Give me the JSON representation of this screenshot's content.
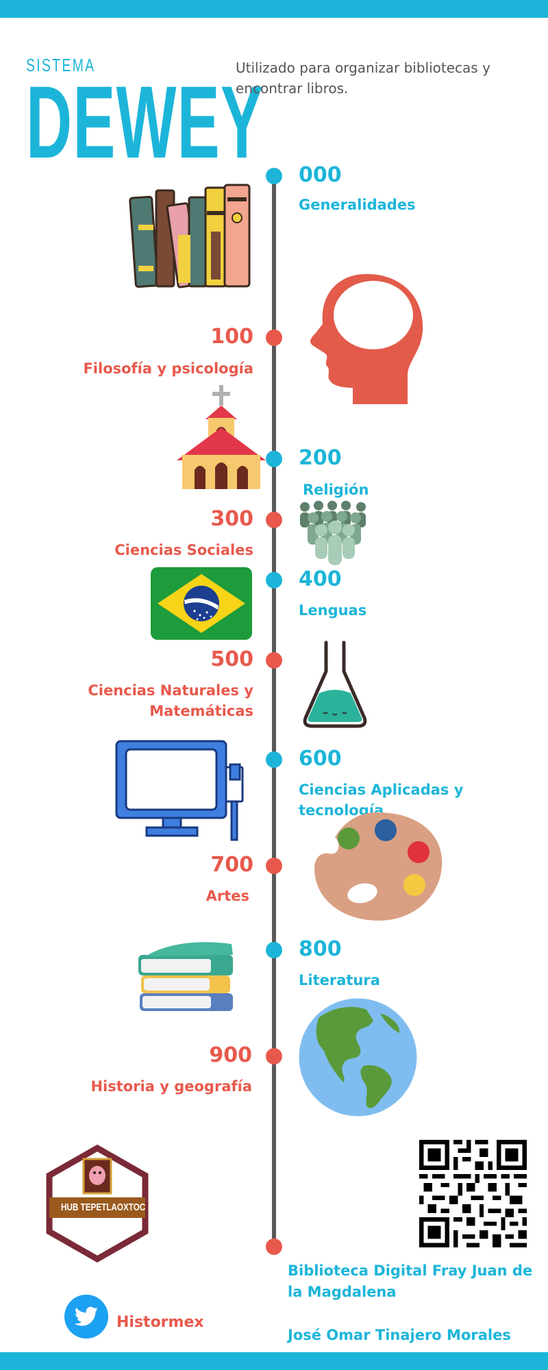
{
  "header": {
    "kicker": "SISTEMA",
    "title": "DEWEY",
    "subtitle": "Utilizado para organizar bibliotecas y encontrar libros."
  },
  "timeline": [
    {
      "code": "000",
      "name": "Generalidades"
    },
    {
      "code": "100",
      "name": "Filosofía y psicología"
    },
    {
      "code": "200",
      "name": "Religión"
    },
    {
      "code": "300",
      "name": "Ciencias Sociales"
    },
    {
      "code": "400",
      "name": "Lenguas"
    },
    {
      "code": "500",
      "name": "Ciencias Naturales y Matemáticas"
    },
    {
      "code": "600",
      "name": "Ciencias Aplicadas y tecnología"
    },
    {
      "code": "700",
      "name": "Artes"
    },
    {
      "code": "800",
      "name": "Literatura"
    },
    {
      "code": "900",
      "name": "Historia y geografía"
    }
  ],
  "footer": {
    "hub_label": "HUB TEPETLAOXTOC",
    "twitter_handle": "Histormex",
    "library": "Biblioteca Digital Fray Juan de la Magdalena",
    "author": "José Omar Tinajero Morales"
  },
  "colors": {
    "accent_blue": "#1cb5d9",
    "accent_red": "#e8594c",
    "axis": "#595959"
  },
  "icons": [
    "books-icon",
    "head-icon",
    "church-icon",
    "people-icon",
    "brazil-flag-icon",
    "flask-icon",
    "computer-icon",
    "palette-icon",
    "book-stack-icon",
    "globe-icon",
    "hub-badge-icon",
    "qr-code-icon",
    "twitter-icon"
  ]
}
